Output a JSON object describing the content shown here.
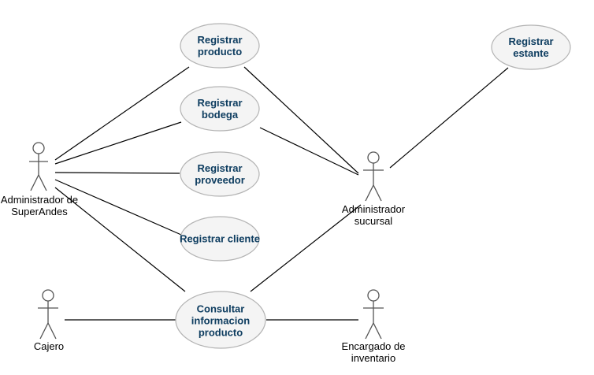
{
  "colors": {
    "usecase_fill": "#f4f4f4",
    "usecase_stroke": "#b3b3b3",
    "usecase_text": "#0e3d60",
    "actor_stroke": "#555555",
    "line": "#000000"
  },
  "actors": {
    "admin_superandes": {
      "line1": "Administrador de",
      "line2": "SuperAndes"
    },
    "admin_sucursal": {
      "line1": "Administrador",
      "line2": "sucursal"
    },
    "cajero": {
      "line1": "Cajero",
      "line2": ""
    },
    "encargado_inventario": {
      "line1": "Encargado de",
      "line2": "inventario"
    }
  },
  "use_cases": {
    "registrar_producto": {
      "line1": "Registrar",
      "line2": "producto"
    },
    "registrar_bodega": {
      "line1": "Registrar",
      "line2": "bodega"
    },
    "registrar_proveedor": {
      "line1": "Registrar",
      "line2": "proveedor"
    },
    "registrar_cliente": {
      "line1": "Registrar cliente",
      "line2": ""
    },
    "registrar_estante": {
      "line1": "Registrar",
      "line2": "estante"
    },
    "consultar_informacion": {
      "line1": "Consultar",
      "line2": "informacion",
      "line3": "producto"
    }
  }
}
